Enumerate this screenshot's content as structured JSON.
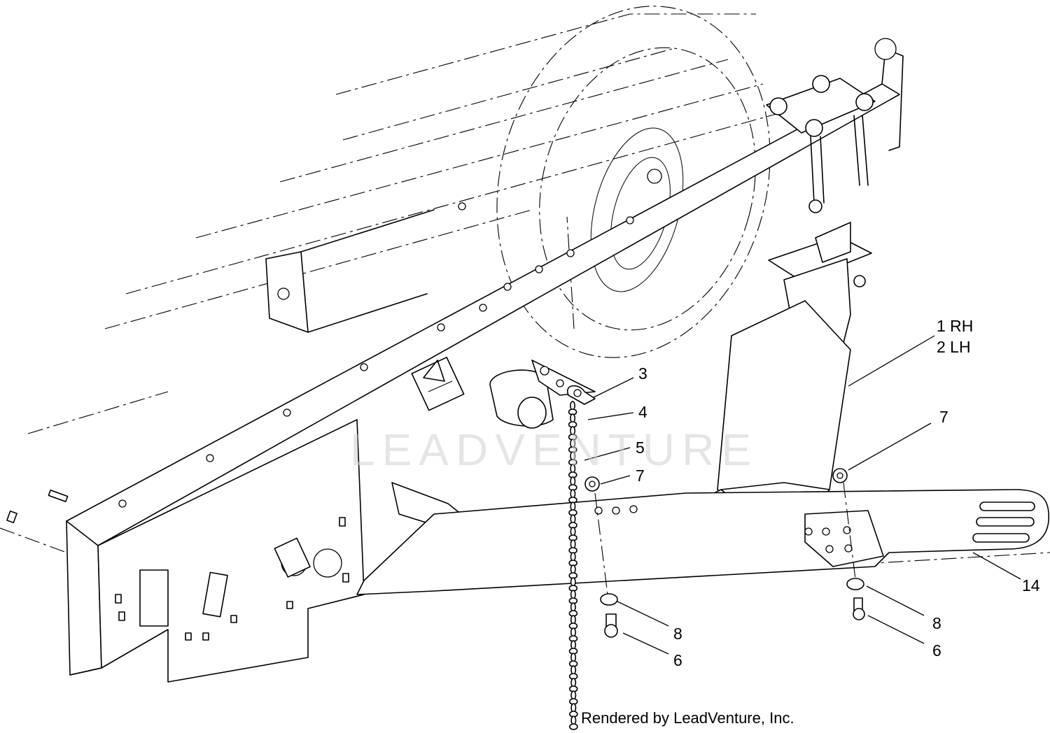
{
  "callouts": {
    "c1": "1 RH",
    "c2": "2 LH",
    "c3": "3",
    "c4": "4",
    "c5": "5",
    "c7a": "7",
    "c7b": "7",
    "c8a": "8",
    "c8b": "8",
    "c6a": "6",
    "c6b": "6",
    "c14": "14"
  },
  "watermark": "LEADVENTURE",
  "credit": "Rendered by LeadVenture, Inc."
}
